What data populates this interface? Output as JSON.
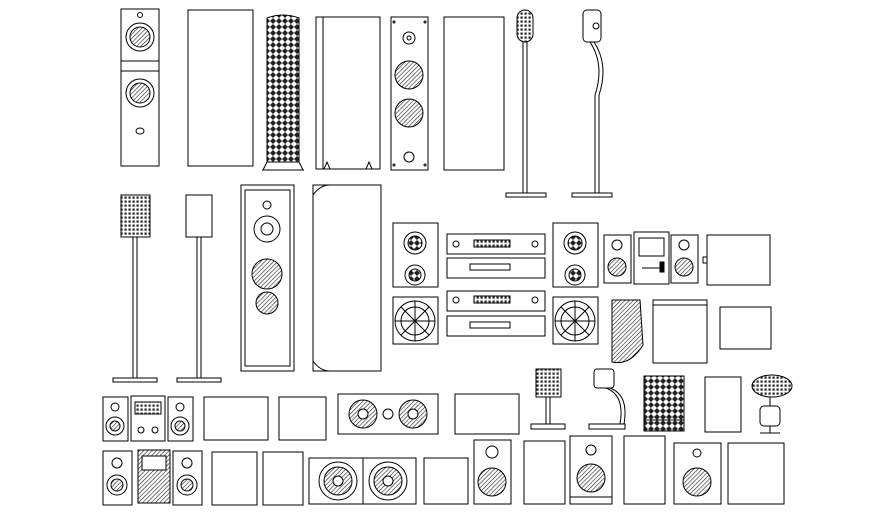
{
  "drawing": {
    "background": "#ffffff",
    "line_color": "#000000",
    "hatch_color": "#333333",
    "labels": []
  },
  "items": [
    {
      "id": "tower-speaker-front-twin-woofer",
      "icon": "tower-speaker-icon"
    },
    {
      "id": "tower-speaker-side",
      "icon": "speaker-side-icon"
    },
    {
      "id": "tower-speaker-hatched-grille",
      "icon": "hatched-speaker-icon"
    },
    {
      "id": "tower-speaker-side-spikes",
      "icon": "speaker-side-icon"
    },
    {
      "id": "tower-speaker-front-tweeter-woofers",
      "icon": "tower-speaker-icon"
    },
    {
      "id": "tower-speaker-side-plain",
      "icon": "speaker-side-icon"
    },
    {
      "id": "stand-speaker-front",
      "icon": "stand-speaker-icon"
    },
    {
      "id": "stand-speaker-side-curved",
      "icon": "stand-speaker-icon"
    },
    {
      "id": "stand-speaker-grille-small",
      "icon": "stand-speaker-icon"
    },
    {
      "id": "stand-speaker-plain-small",
      "icon": "stand-speaker-icon"
    },
    {
      "id": "tall-floor-speaker-front",
      "icon": "tower-speaker-icon"
    },
    {
      "id": "tall-floor-speaker-side",
      "icon": "speaker-side-icon"
    },
    {
      "id": "hifi-stack-system",
      "icon": "hifi-system-icon"
    },
    {
      "id": "mini-system-front",
      "icon": "hifi-system-icon"
    },
    {
      "id": "bookshelf-speaker-side-1",
      "icon": "speaker-side-icon"
    },
    {
      "id": "hatched-speaker-angled",
      "icon": "hatched-speaker-icon"
    },
    {
      "id": "bookshelf-speaker-side-2",
      "icon": "speaker-side-icon"
    },
    {
      "id": "bookshelf-speaker-side-3",
      "icon": "speaker-side-icon"
    },
    {
      "id": "floor-stand-plain-1",
      "icon": "stand-speaker-icon"
    },
    {
      "id": "floor-stand-plain-2",
      "icon": "stand-speaker-icon"
    },
    {
      "id": "mini-system-row4",
      "icon": "hifi-system-icon"
    },
    {
      "id": "side-panels-row4",
      "icon": "speaker-side-icon"
    },
    {
      "id": "center-channel-speaker",
      "icon": "center-speaker-icon"
    },
    {
      "id": "center-channel-side",
      "icon": "speaker-side-icon"
    },
    {
      "id": "desk-speaker-grille",
      "icon": "desk-speaker-icon"
    },
    {
      "id": "desk-speaker-curved",
      "icon": "desk-speaker-icon"
    },
    {
      "id": "hatched-box-speaker",
      "icon": "hatched-speaker-icon"
    },
    {
      "id": "speaker-side-row4",
      "icon": "speaker-side-icon"
    },
    {
      "id": "pod-speaker",
      "icon": "pod-speaker-icon"
    },
    {
      "id": "mini-system-row5",
      "icon": "hifi-system-icon"
    },
    {
      "id": "side-panels-row5",
      "icon": "speaker-side-icon"
    },
    {
      "id": "dual-woofer-cabinet",
      "icon": "center-speaker-icon"
    },
    {
      "id": "side-panels-row5b",
      "icon": "speaker-side-icon"
    },
    {
      "id": "bookshelf-speaker-front-row5",
      "icon": "tower-speaker-icon"
    },
    {
      "id": "grille-speaker-row5",
      "icon": "tower-speaker-icon"
    },
    {
      "id": "side-panels-row5c",
      "icon": "speaker-side-icon"
    },
    {
      "id": "bookshelf-speaker-front-row5b",
      "icon": "tower-speaker-icon"
    }
  ]
}
